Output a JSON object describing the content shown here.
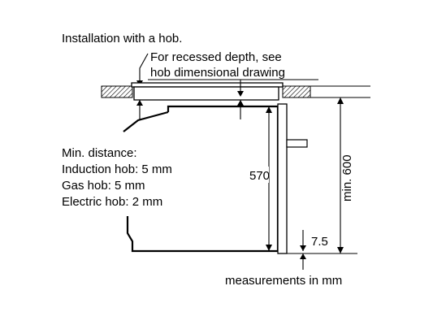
{
  "diagram": {
    "title": "Installation with a hob.",
    "recess_note_line1": "For recessed depth, see",
    "recess_note_line2": "hob dimensional drawing",
    "min_distance": {
      "heading": "Min. distance:",
      "induction": "Induction hob: 5 mm",
      "gas": "Gas hob: 5 mm",
      "electric": "Electric hob: 2 mm"
    },
    "dim_570": "570",
    "dim_min600": "min. 600",
    "dim_7_5": "7.5",
    "units_note": "measurements in mm"
  }
}
